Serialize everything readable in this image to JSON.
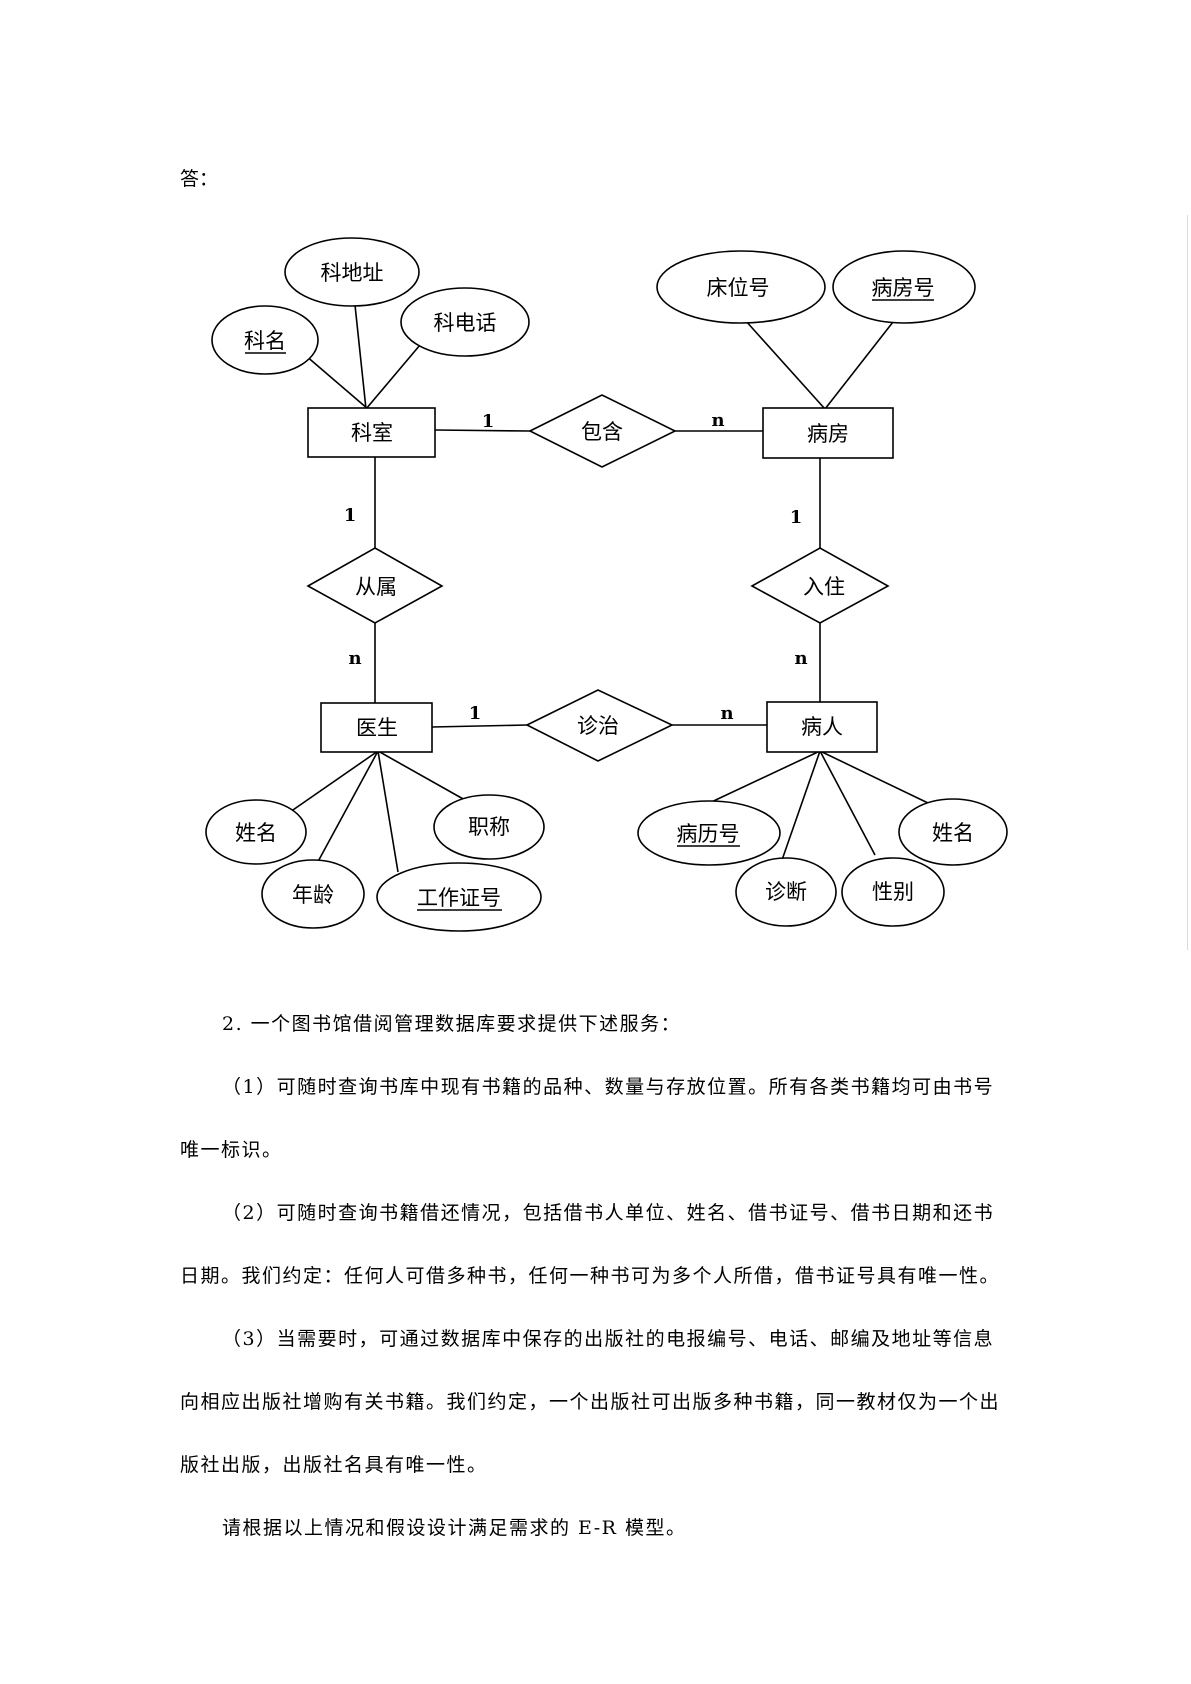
{
  "answer_label": "答：",
  "diagram": {
    "entities": {
      "dept": "科室",
      "ward": "病房",
      "doctor": "医生",
      "patient": "病人"
    },
    "relationships": {
      "contains": "包含",
      "belongs": "从属",
      "admit": "入住",
      "treat": "诊治"
    },
    "attributes": {
      "dept_name": "科名",
      "dept_address": "科地址",
      "dept_phone": "科电话",
      "bed_no": "床位号",
      "ward_no": "病房号",
      "doctor_name": "姓名",
      "doctor_title": "职称",
      "doctor_age": "年龄",
      "doctor_id": "工作证号",
      "record_no": "病历号",
      "patient_name": "姓名",
      "diagnosis": "诊断",
      "gender": "性别"
    },
    "cardinalities": {
      "dept_contains": "1",
      "contains_ward": "n",
      "dept_belongs": "1",
      "belongs_doctor": "n",
      "ward_admit": "1",
      "admit_patient": "n",
      "doctor_treat": "1",
      "treat_patient": "n"
    }
  },
  "question": {
    "title": "2. 一个图书馆借阅管理数据库要求提供下述服务：",
    "p1_line1": "（1）可随时查询书库中现有书籍的品种、数量与存放位置。所有各类书籍均可由书号",
    "p1_line2": "唯一标识。",
    "p2_line1": "（2）可随时查询书籍借还情况，包括借书人单位、姓名、借书证号、借书日期和还书",
    "p2_line2": "日期。我们约定：任何人可借多种书，任何一种书可为多个人所借，借书证号具有唯一性。",
    "p3_line1": "（3）当需要时，可通过数据库中保存的出版社的电报编号、电话、邮编及地址等信息",
    "p3_line2": "向相应出版社增购有关书籍。我们约定，一个出版社可出版多种书籍，同一教材仅为一个出",
    "p3_line3": "版社出版，出版社名具有唯一性。",
    "closing": "请根据以上情况和假设设计满足需求的 E-R 模型。"
  }
}
